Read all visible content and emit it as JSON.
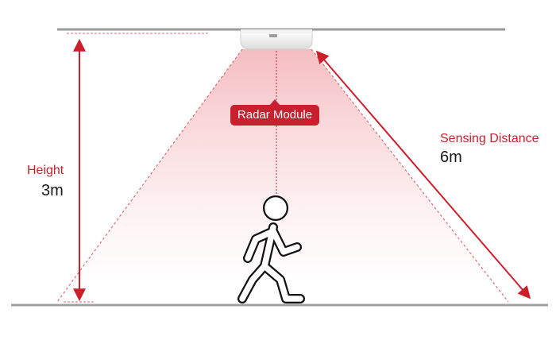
{
  "labels": {
    "radar_module": "Radar Module",
    "height_label": "Height",
    "height_value": "3m",
    "sensing_distance_label": "Sensing Distance",
    "sensing_distance_value": "6m"
  },
  "colors": {
    "accent_red": "#cc1f2b",
    "badge_red": "#c8202e",
    "line_gray": "#9a9a9a",
    "text_dark": "#1a1a1a",
    "figure_outline": "#111111"
  },
  "icons": {
    "sensor": "radar-sensor-icon",
    "person": "walking-person-icon"
  }
}
